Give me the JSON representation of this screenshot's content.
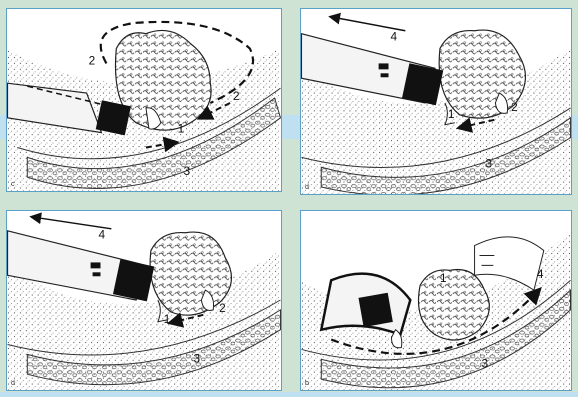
{
  "panels": [
    {
      "letter": "c",
      "labels": {
        "l1": "1",
        "l2a": "2",
        "l2b": "2",
        "l3": "3"
      }
    },
    {
      "letter": "d",
      "labels": {
        "l1": "1",
        "l2": "2",
        "l3": "3",
        "l4": "4"
      }
    },
    {
      "letter": "d",
      "labels": {
        "l1": "1",
        "l2": "2",
        "l3": "3",
        "l4": "4"
      }
    },
    {
      "letter": "b",
      "labels": {
        "l1": "1",
        "l3": "3",
        "l4": "4"
      }
    }
  ]
}
